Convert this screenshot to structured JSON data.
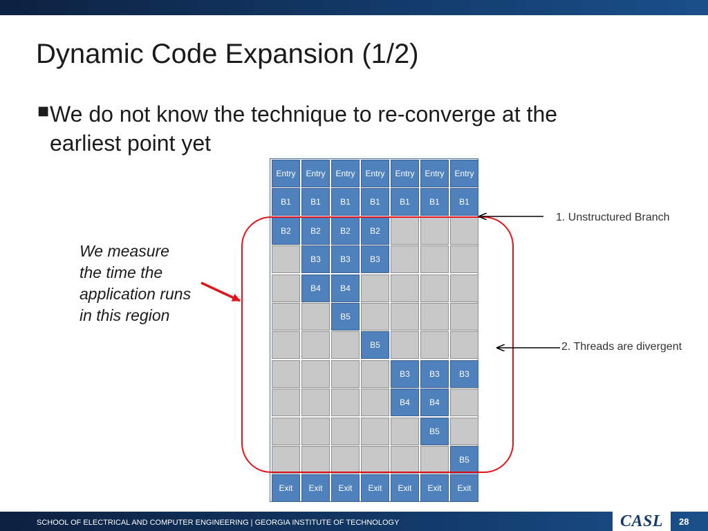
{
  "slide": {
    "title": "Dynamic Code Expansion (1/2)",
    "bullet_marker": "■",
    "bullet": "We do not know the technique to re-converge at the earliest point yet"
  },
  "grid": {
    "rows": [
      [
        "Entry",
        "Entry",
        "Entry",
        "Entry",
        "Entry",
        "Entry",
        "Entry"
      ],
      [
        "B1",
        "B1",
        "B1",
        "B1",
        "B1",
        "B1",
        "B1"
      ],
      [
        "B2",
        "B2",
        "B2",
        "B2",
        "",
        "",
        ""
      ],
      [
        "",
        "B3",
        "B3",
        "B3",
        "",
        "",
        ""
      ],
      [
        "",
        "B4",
        "B4",
        "",
        "",
        "",
        ""
      ],
      [
        "",
        "",
        "B5",
        "",
        "",
        "",
        ""
      ],
      [
        "",
        "",
        "",
        "B5",
        "",
        "",
        ""
      ],
      [
        "",
        "",
        "",
        "",
        "B3",
        "B3",
        "B3"
      ],
      [
        "",
        "",
        "",
        "",
        "B4",
        "B4",
        ""
      ],
      [
        "",
        "",
        "",
        "",
        "",
        "B5",
        ""
      ],
      [
        "",
        "",
        "",
        "",
        "",
        "",
        "B5"
      ],
      [
        "Exit",
        "Exit",
        "Exit",
        "Exit",
        "Exit",
        "Exit",
        "Exit"
      ]
    ]
  },
  "annotations": {
    "unstructured_branch": "1. Unstructured Branch",
    "threads_divergent": "2. Threads are divergent",
    "measure_note_lines": [
      "We measure",
      "the time the",
      "application runs",
      "in this region"
    ]
  },
  "footer": {
    "text": "SCHOOL OF ELECTRICAL AND COMPUTER ENGINEERING | GEORGIA INSTITUTE OF TECHNOLOGY",
    "logo": "CASL",
    "page_number": "28"
  },
  "colors": {
    "block_filled": "#4f81bd",
    "block_empty": "#c8c8c8",
    "region_outline": "#e0151b",
    "header_footer": "#123a6a"
  }
}
